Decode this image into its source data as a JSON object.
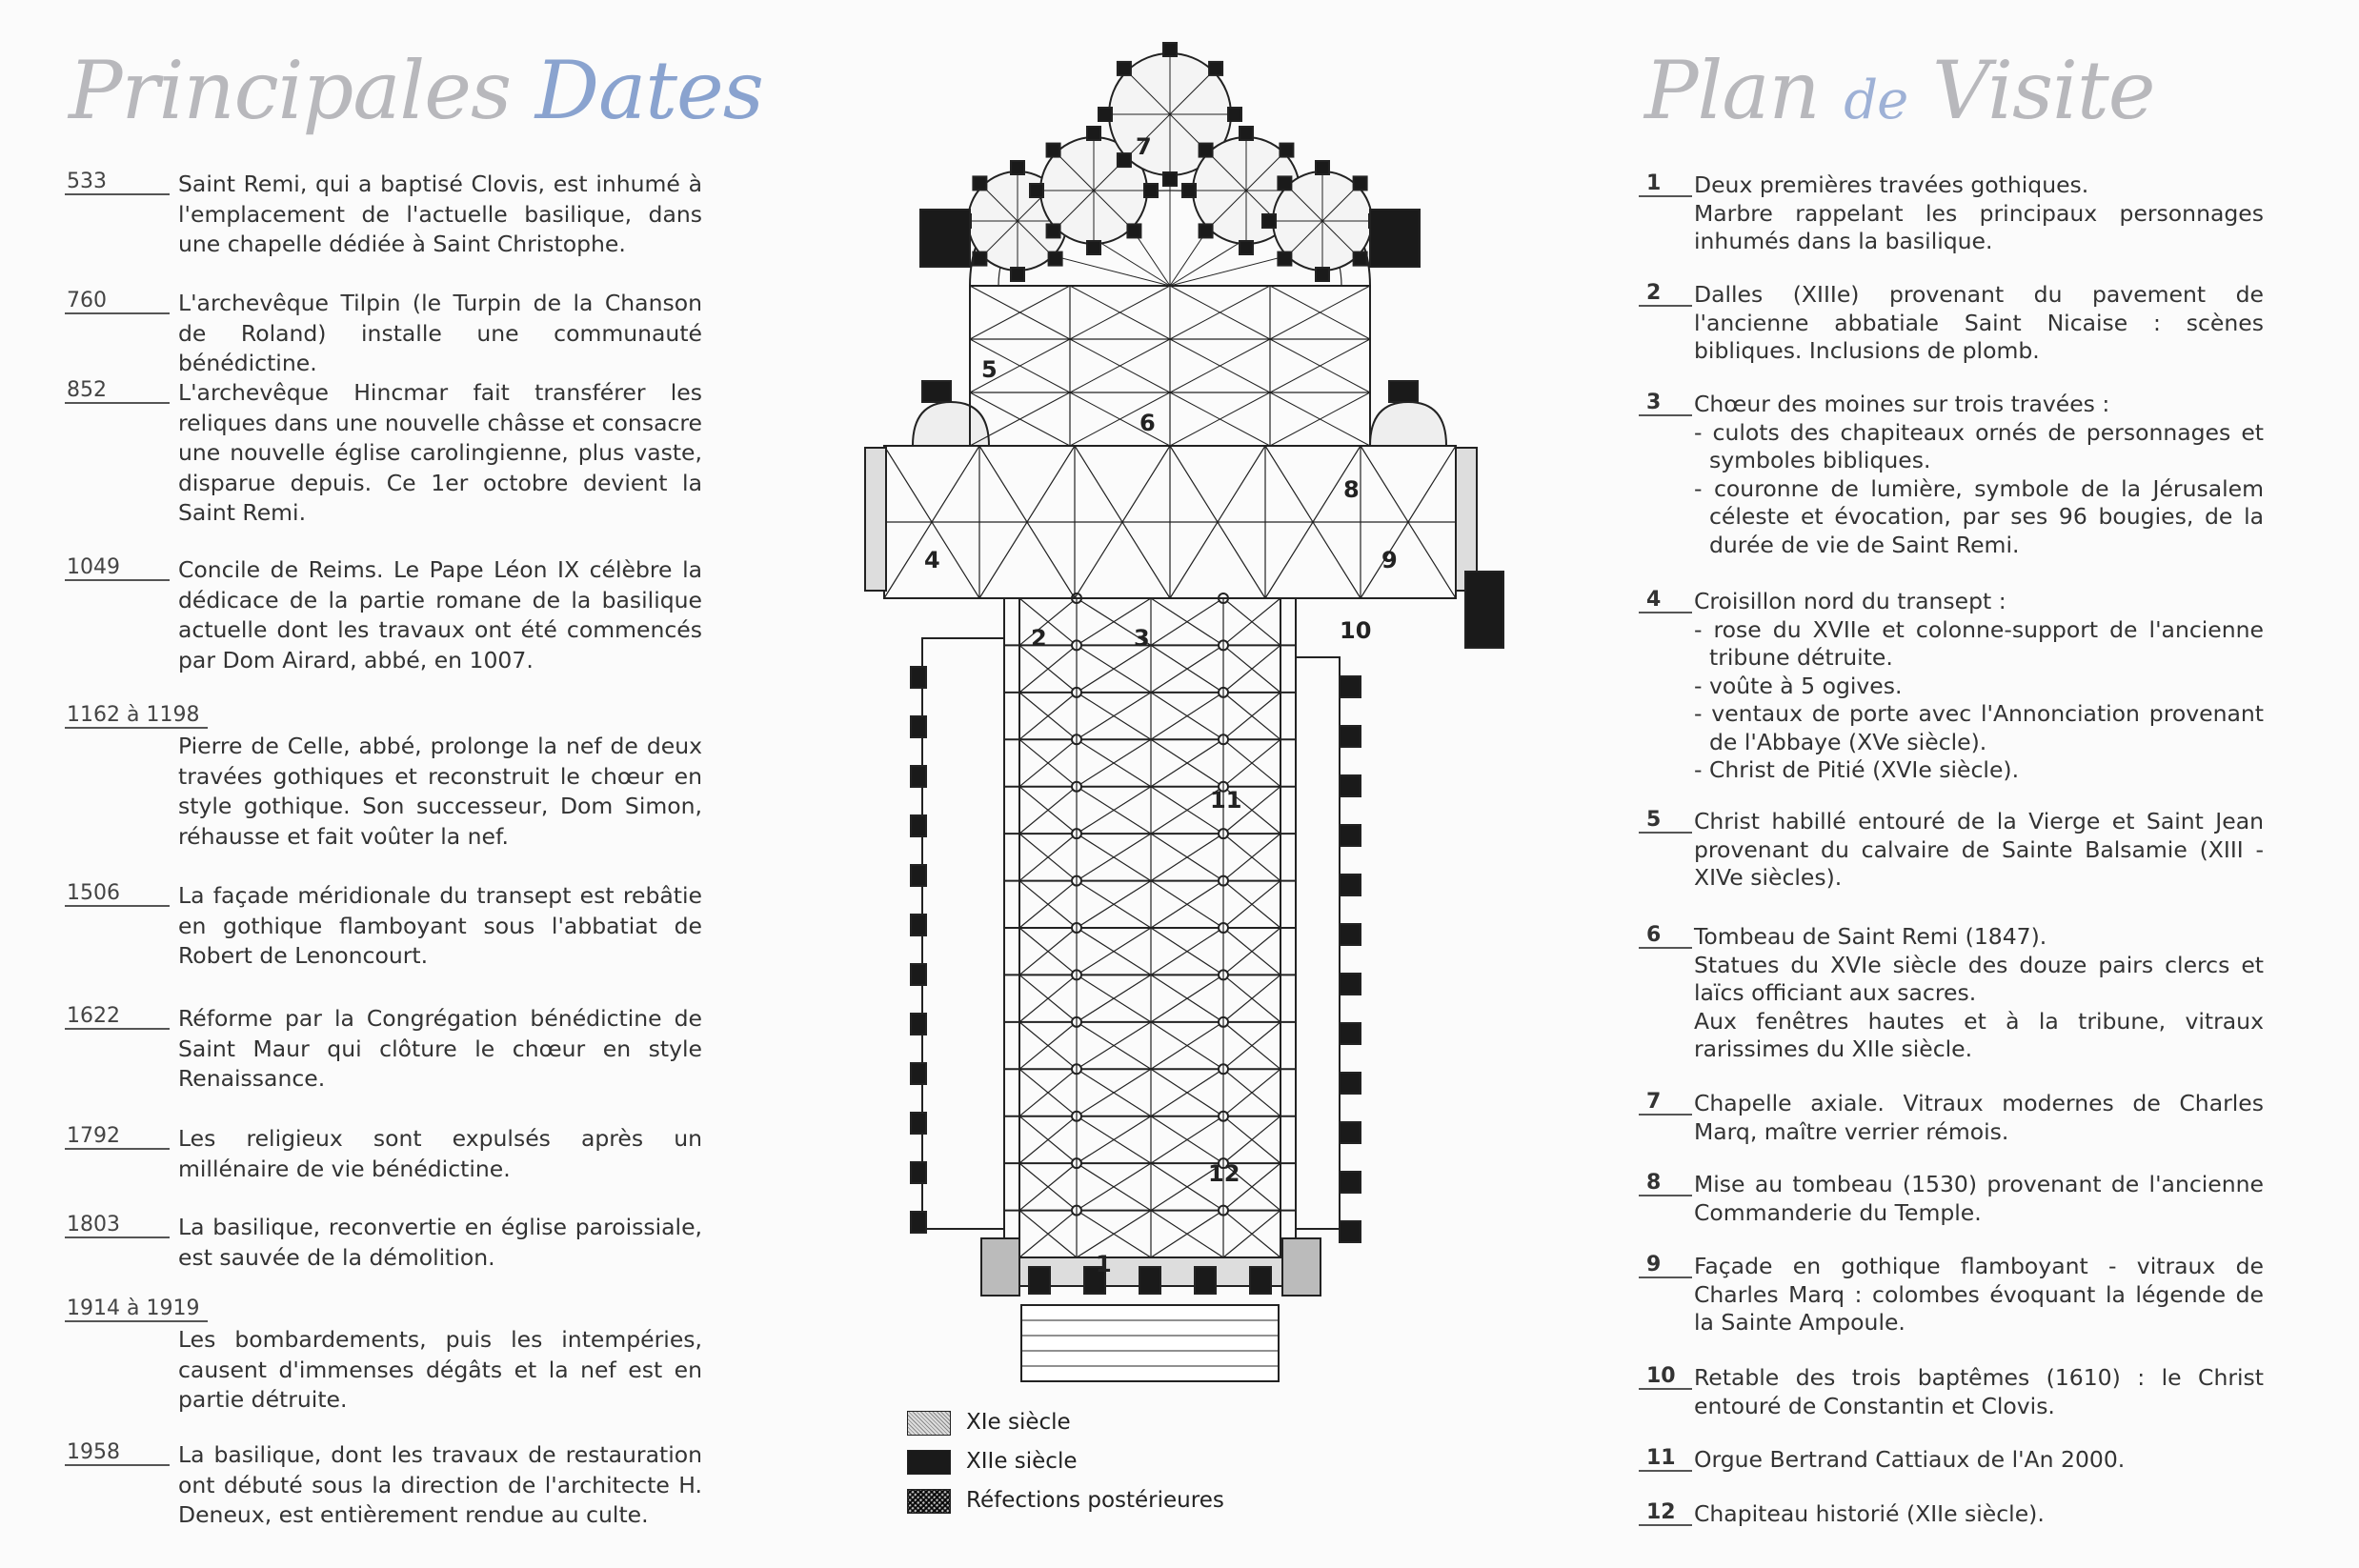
{
  "left": {
    "title_part1": "Principales",
    "title_part2": "Dates",
    "entries": [
      {
        "year": "533",
        "text": "Saint Remi, qui a baptisé Clovis, est inhumé à l'emplacement de l'actuelle basilique, dans une chapelle dédiée à Saint Christophe."
      },
      {
        "year": "760",
        "text": "L'archevêque Tilpin (le Turpin de la Chanson de Roland) installe une communauté bénédictine."
      },
      {
        "year": "852",
        "text": "L'archevêque Hincmar fait transférer les reliques dans une nouvelle châsse et consacre une nouvelle église carolingienne, plus vaste, disparue depuis. Ce 1er octobre devient la Saint Remi."
      },
      {
        "year": "1049",
        "text": "Concile de Reims. Le Pape Léon IX célèbre la dédicace de la partie romane de la basilique actuelle dont les travaux ont été commencés par Dom Airard, abbé, en 1007."
      },
      {
        "year": "1162 à 1198",
        "text": "Pierre de Celle, abbé, prolonge la nef de deux travées gothiques et reconstruit le chœur en style gothique. Son successeur, Dom Simon, réhausse et fait voûter la nef."
      },
      {
        "year": "1506",
        "text": "La façade méridionale du transept est rebâtie en gothique flamboyant sous l'abbatiat de Robert de Lenoncourt."
      },
      {
        "year": "1622",
        "text": "Réforme par la Congrégation bénédictine de Saint Maur qui clôture le chœur en style Renaissance."
      },
      {
        "year": "1792",
        "text": "Les religieux sont expulsés après un millénaire de vie bénédictine."
      },
      {
        "year": "1803",
        "text": "La basilique, reconvertie en église paroissiale, est sauvée de la démolition."
      },
      {
        "year": "1914 à 1919",
        "text": "Les bombardements, puis les intempéries, causent d'immenses dégâts et la nef est en partie détruite."
      },
      {
        "year": "1958",
        "text": "La basilique, dont les travaux de restauration ont débuté sous la direction de l'architecte H. Deneux, est entièrement rendue au culte."
      }
    ]
  },
  "center": {
    "plan_numbers": [
      "1",
      "2",
      "3",
      "4",
      "5",
      "6",
      "7",
      "8",
      "9",
      "10",
      "11",
      "12"
    ],
    "legend": [
      {
        "label": "XIe siècle"
      },
      {
        "label": "XIIe siècle"
      },
      {
        "label": "Réfections postérieures"
      }
    ]
  },
  "right": {
    "title_part1": "Plan",
    "title_part2": "de",
    "title_part3": "Visite",
    "entries": [
      {
        "num": "1",
        "lines": [
          "Deux premières travées gothiques.",
          "Marbre rappelant les principaux personnages inhumés dans la basilique."
        ]
      },
      {
        "num": "2",
        "lines": [
          "Dalles (XIIIe) provenant du pavement de l'ancienne abbatiale Saint Nicaise : scènes bibliques. Inclusions de plomb."
        ]
      },
      {
        "num": "3",
        "lines": [
          "Chœur des moines sur trois travées :",
          "- culots des chapiteaux ornés de personnages et symboles bibliques.",
          "- couronne de lumière, symbole de la Jérusalem céleste et évocation, par ses 96 bougies, de la durée de vie de Saint Remi."
        ]
      },
      {
        "num": "4",
        "lines": [
          "Croisillon nord du transept :",
          "- rose du XVIIe et colonne-support de l'ancienne tribune détruite.",
          "- voûte à 5 ogives.",
          "- ventaux de porte avec l'Annonciation provenant de l'Abbaye (XVe siècle).",
          "- Christ de Pitié (XVIe siècle)."
        ]
      },
      {
        "num": "5",
        "lines": [
          "Christ habillé entouré de la Vierge et Saint Jean provenant du calvaire de Sainte Balsamie (XIII - XIVe siècles)."
        ]
      },
      {
        "num": "6",
        "lines": [
          "Tombeau de Saint Remi (1847).",
          "Statues du XVIe siècle des douze pairs clercs et laïcs officiant aux sacres.",
          "Aux fenêtres hautes et à la tribune, vitraux rarissimes du XIIe siècle."
        ]
      },
      {
        "num": "7",
        "lines": [
          "Chapelle axiale. Vitraux modernes de Charles Marq, maître verrier rémois."
        ]
      },
      {
        "num": "8",
        "lines": [
          "Mise au tombeau (1530) provenant de l'ancienne Commanderie du Temple."
        ]
      },
      {
        "num": "9",
        "lines": [
          "Façade en gothique flamboyant - vitraux de Charles Marq : colombes évoquant la légende de la Sainte Ampoule."
        ]
      },
      {
        "num": "10",
        "lines": [
          "Retable des trois baptêmes (1610) : le Christ entouré de Constantin et Clovis."
        ]
      },
      {
        "num": "11",
        "lines": [
          "Orgue Bertrand Cattiaux de l'An 2000."
        ]
      },
      {
        "num": "12",
        "lines": [
          "Chapiteau historié (XIIe siècle)."
        ]
      }
    ]
  }
}
